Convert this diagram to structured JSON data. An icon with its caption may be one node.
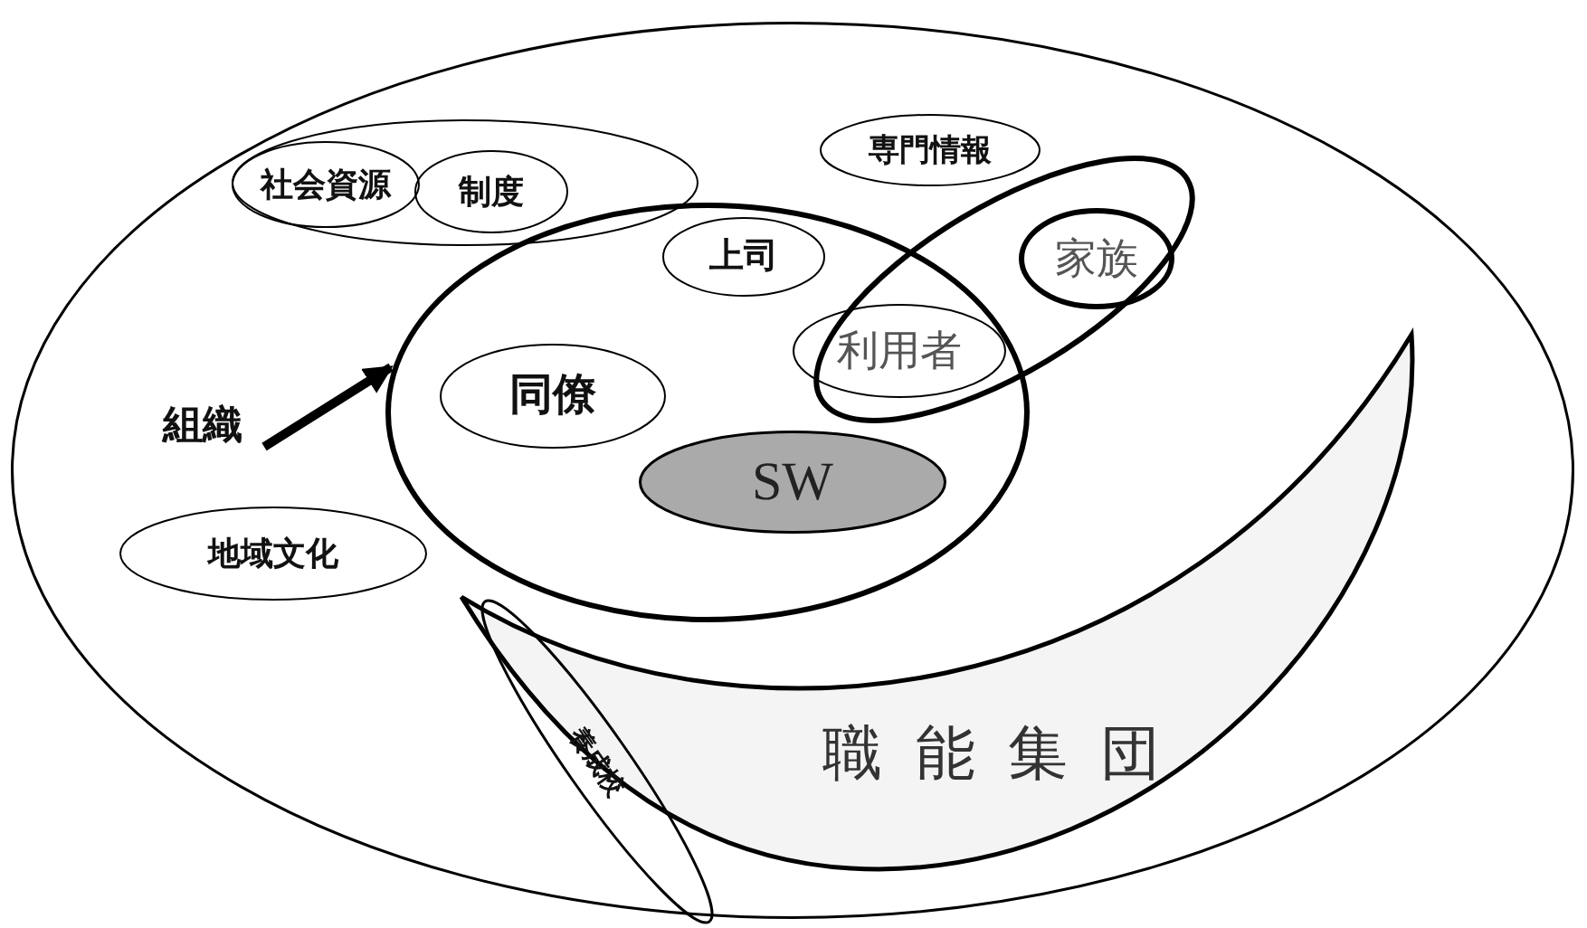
{
  "diagram": {
    "nodes": [
      {
        "text": [],
        "shape": "ellipse"
      },
      {
        "text": [],
        "shape": "ellipse",
        "in": 0
      },
      {
        "text": [
          "社会資源"
        ],
        "in": 1
      },
      {
        "text": [
          "制度"
        ],
        "in": 1
      },
      {
        "text": [
          "専門情報"
        ],
        "in": 0
      },
      {
        "text": [],
        "shape": "ellipse",
        "in": 0
      },
      {
        "text": [
          "上司"
        ],
        "in": 5
      },
      {
        "text": [
          "同僚"
        ],
        "in": 5
      },
      {
        "text": [
          "SW"
        ],
        "in": 5
      },
      {
        "text": [],
        "shape": "ellipse",
        "in": 0
      },
      {
        "text": [
          "家族"
        ],
        "in": 9
      },
      {
        "text": [
          "利用者"
        ],
        "in": 5
      },
      {
        "text": [
          "組織"
        ],
        "in": 0
      },
      {
        "text": [
          "地域文化"
        ],
        "in": 0
      },
      {
        "text": [
          "職能集団"
        ],
        "in": 0
      },
      {
        "text": [
          "養成校"
        ],
        "in": 0
      }
    ],
    "edges": [
      {
        "from": 12,
        "to": 5,
        "arrow": "to"
      }
    ]
  }
}
